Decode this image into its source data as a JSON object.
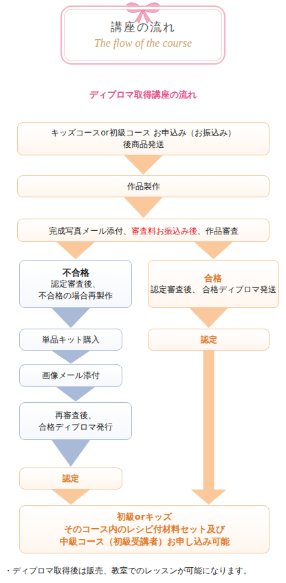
{
  "diagram": {
    "title": "ディプロマ取得講座の流れ",
    "caption": "・ディプロマ取得後は販売、教室でのレッスンが可能になります。",
    "nodes": [
      {
        "text": [
          "講座の流れ",
          "The flow of the course"
        ]
      },
      {
        "text": [
          "キッズコースor初級コース お申込み（お振込み）後商品発送"
        ]
      },
      {
        "text": [
          "作品製作"
        ]
      },
      {
        "text": [
          "完成写真メール添付、",
          "審査料お振込み後",
          "、作品審査"
        ]
      },
      {
        "text": [
          "不合格",
          "認定審査後、 不合格の場合再製作"
        ]
      },
      {
        "text": [
          "合格",
          "認定審査後、 合格ディプロマ発送"
        ]
      },
      {
        "text": [
          "単品キット購入"
        ]
      },
      {
        "text": [
          "認定"
        ]
      },
      {
        "text": [
          "画像メール添付"
        ]
      },
      {
        "text": [
          "再審査後、 合格ディプロマ発行"
        ]
      },
      {
        "text": [
          "認定"
        ]
      },
      {
        "text": [
          "初級orキッズ そのコース内のレシピ付材料セット及び 中級コース（初級受講者）お申し込み可能"
        ]
      }
    ],
    "edges": [
      {
        "from": 1,
        "to": 2,
        "arrow": "to"
      },
      {
        "from": 2,
        "to": 3,
        "arrow": "to"
      },
      {
        "from": 3,
        "to": 4,
        "arrow": "to"
      },
      {
        "from": 3,
        "to": 5,
        "arrow": "to"
      },
      {
        "from": 4,
        "to": 6,
        "arrow": "to"
      },
      {
        "from": 6,
        "to": 8,
        "arrow": "to"
      },
      {
        "from": 8,
        "to": 9,
        "arrow": "to"
      },
      {
        "from": 9,
        "to": 10,
        "arrow": "to"
      },
      {
        "from": 10,
        "to": 11,
        "arrow": "to"
      },
      {
        "from": 5,
        "to": 7,
        "arrow": "to"
      },
      {
        "from": 7,
        "to": 11,
        "arrow": "to"
      }
    ]
  }
}
